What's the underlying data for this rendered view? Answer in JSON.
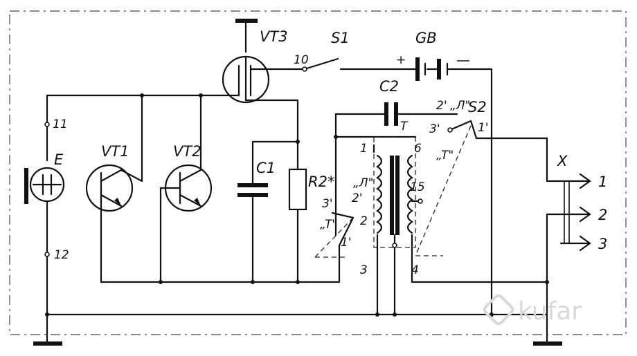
{
  "labels": {
    "vt3": "VT3",
    "s1": "S1",
    "gb": "GB",
    "c2": "C2",
    "s2": "S2",
    "e": "E",
    "vt1": "VT1",
    "vt2": "VT2",
    "c1": "C1",
    "r2": "R2*",
    "x": "X"
  },
  "pins": {
    "p10": "10",
    "p11": "11",
    "p12": "12",
    "s2_2prime": "2'",
    "s2_L": "„Л\"",
    "s2_3prime": "3'",
    "s2_1prime": "1'",
    "s2_T": "„T\"",
    "c2_T": "T",
    "tr_1": "1",
    "tr_6": "6",
    "tr_L": "„Л\"",
    "tr_2prime": "2'",
    "tr_15": "15",
    "tr_3prime": "3'",
    "tr_2": "2",
    "tr_T": "„T\"",
    "tr_1prime": "1'",
    "tr_3": "3",
    "tr_4": "4",
    "gb_plus": "+",
    "x_1": "1",
    "x_2": "2",
    "x_3": "3"
  },
  "watermark": "kufar",
  "colors": {
    "ink": "#111111",
    "paper": "#ffffff",
    "watermark": "#d8d8d8"
  }
}
